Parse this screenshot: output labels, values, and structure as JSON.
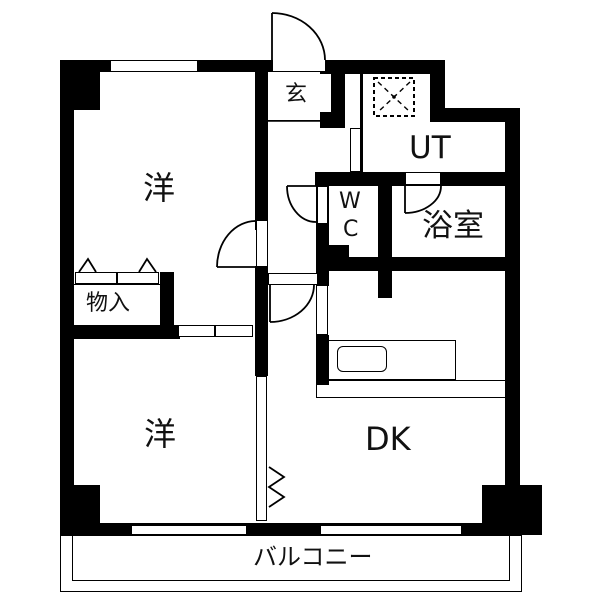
{
  "floorplan": {
    "rooms": {
      "western_room_upper": "洋",
      "western_room_lower": "洋",
      "storage": "物入",
      "entrance": "玄",
      "utility": "UT",
      "toilet_w": "W",
      "toilet_c": "C",
      "bathroom": "浴室",
      "dining_kitchen": "DK",
      "balcony": "バルコニー"
    },
    "colors": {
      "wall": "#000000",
      "background": "#ffffff"
    }
  }
}
